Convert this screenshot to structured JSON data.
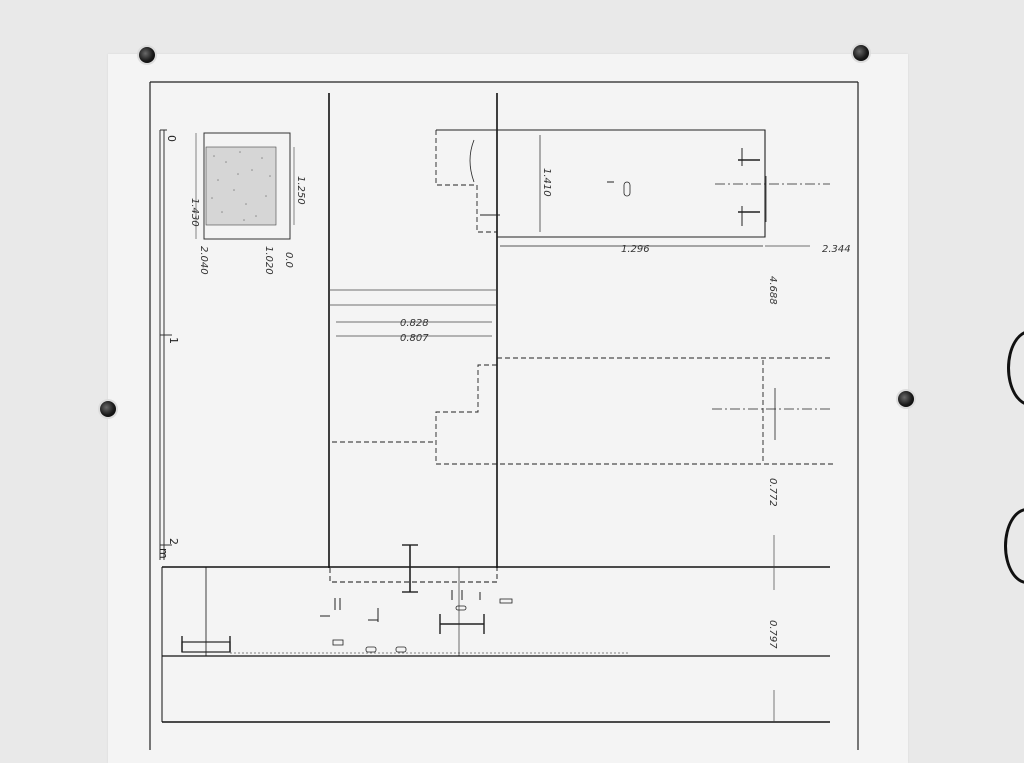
{
  "scale": {
    "tick_zero": "0",
    "tick_one": "1",
    "tick_two": "2",
    "unit": "m"
  },
  "dimensions": {
    "small_plan_height_left": "1.430",
    "small_plan_height_right": "1.250",
    "small_plan_bottom_a": "2.040",
    "small_plan_bottom_b": "1.020",
    "small_plan_bottom_c": "0.0",
    "tank_height": "1.410",
    "tank_length": "1.296",
    "total_right": "2.344",
    "vertical_right": "4.688",
    "passage_top": "0.828",
    "passage_bottom": "0.807",
    "lower_gap": "0.772",
    "bottom_band": "0.797"
  }
}
